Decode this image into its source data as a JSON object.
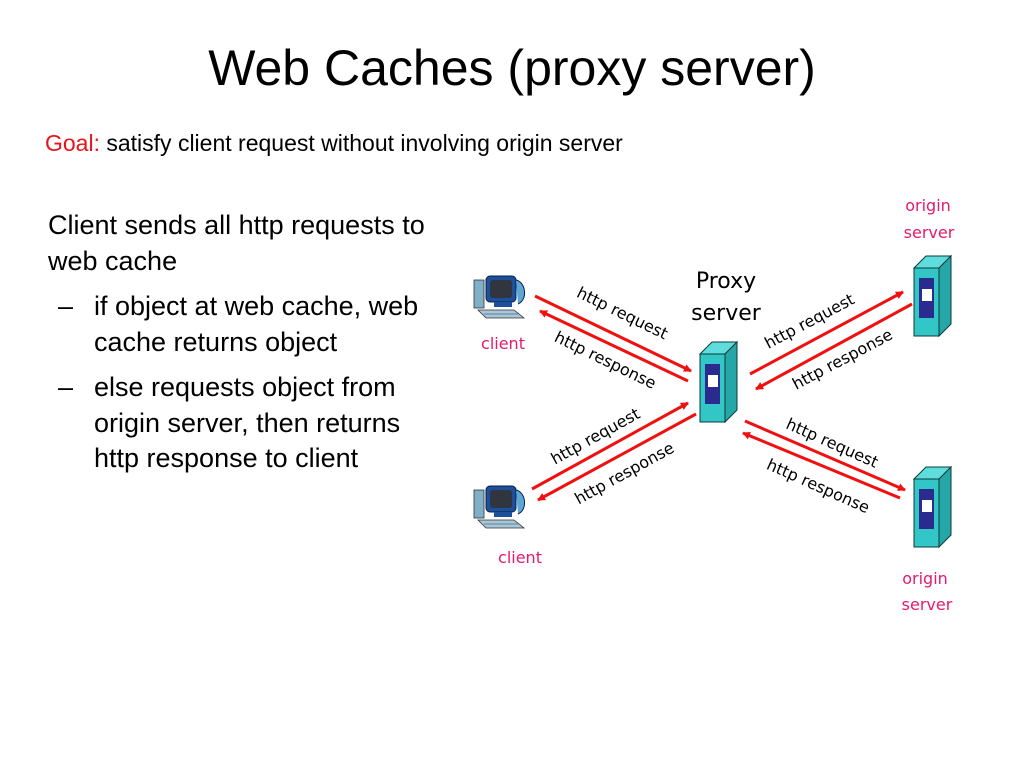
{
  "slide": {
    "title": "Web Caches (proxy server)",
    "goal_label": "Goal:",
    "goal_text": " satisfy client request without involving origin server",
    "bullets": {
      "main": "Client sends all http requests to  web cache",
      "sub": [
        {
          "dash": "–",
          "text": "if object at web cache, web cache returns object"
        },
        {
          "dash": "–",
          "text": "else requests object from origin server, then returns http response to client"
        }
      ]
    }
  },
  "diagram": {
    "proxy_label_line1": "Proxy",
    "proxy_label_line2": "server",
    "client_top_label": "client",
    "client_bottom_label": "client",
    "origin_top_line1": "origin",
    "origin_top_line2": "server",
    "origin_bottom_line1": "origin",
    "origin_bottom_line2": "server",
    "links": {
      "client_top": {
        "request": "http request",
        "response": "http response"
      },
      "client_bottom": {
        "request": "http request",
        "response": "http response"
      },
      "origin_top": {
        "request": "http request",
        "response": "http response"
      },
      "origin_bottom": {
        "request": "http request",
        "response": "http response"
      }
    },
    "colors": {
      "arrow": "#f01010",
      "label_pink": "#e6196e",
      "server_teal": "#33c6c6",
      "server_panel": "#2b2b8f"
    }
  }
}
